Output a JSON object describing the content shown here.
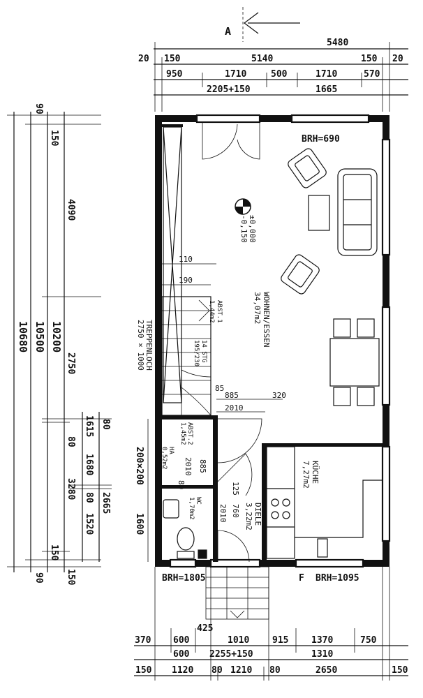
{
  "plan": {
    "section_marker": "A",
    "rooms": {
      "wohnen": {
        "name": "WOHNEN/ESSEN",
        "area": "34,07m2"
      },
      "kueche": {
        "name": "KÜCHE",
        "area": "7,27m2"
      },
      "diele": {
        "name": "DIELE",
        "area": "3,22m2"
      },
      "abst1": {
        "name": "ABST.1",
        "area": "1,44m2"
      },
      "abst2": {
        "name": "ABST.2",
        "area": "1,45m2"
      },
      "hwr": {
        "name": "HA",
        "area": "0,52m2"
      },
      "wc": {
        "name": "WC",
        "area": "1,70m2"
      },
      "treppenloch": {
        "name": "TREPPENLOCH",
        "size": "2750 × 1000"
      },
      "stairs": {
        "label": "14 STG",
        "ratio": "195/230"
      }
    },
    "level": {
      "top": "±0,000",
      "bottom": "-0,150"
    },
    "brh": {
      "top": "BRH=690",
      "bottom_left": "BRH=1805",
      "bottom_right": "BRH=1095",
      "f_label": "F"
    },
    "dims_top": {
      "overall": "5480",
      "row2": [
        "20",
        "150",
        "5140",
        "150",
        "20"
      ],
      "row3": [
        "950",
        "1710",
        "500",
        "1710",
        "570"
      ],
      "row4": [
        "2205+150",
        "1665"
      ]
    },
    "dims_bottom": {
      "row1": [
        "370",
        "600",
        "1010",
        "915",
        "1370",
        "750"
      ],
      "row2": [
        "600",
        "2255+150",
        "1310"
      ],
      "row3": [
        "150",
        "1120",
        "80",
        "1210",
        "80",
        "2650",
        "150"
      ],
      "extra": "425"
    },
    "dims_left": {
      "overall": "10680",
      "second": "10500",
      "third": "10200",
      "seg": [
        "90",
        "150",
        "4090",
        "2750",
        "80",
        "3280",
        "150",
        "90"
      ],
      "inner": [
        "1615",
        "80",
        "1680",
        "80",
        "1520",
        "2665"
      ],
      "bottom": "150"
    },
    "dims_inner": [
      "110",
      "190",
      "85",
      "885",
      "320",
      "2010",
      "2010",
      "885",
      "80",
      "125",
      "760",
      "2010",
      "200×200",
      "1600"
    ]
  }
}
